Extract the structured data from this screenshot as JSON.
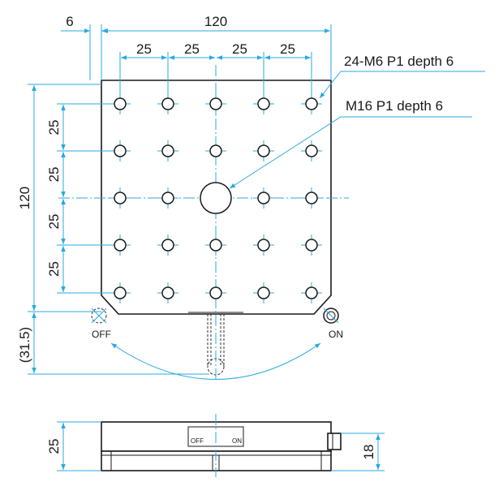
{
  "top_view": {
    "dims": {
      "width_total": "120",
      "offset_left": "6",
      "h_pitches": [
        "25",
        "25",
        "25",
        "25"
      ],
      "height_total": "120",
      "v_pitches": [
        "25",
        "25",
        "25",
        "25"
      ],
      "handle_extension": "(31.5)"
    },
    "callouts": {
      "tapped_holes": "24-M6 P1 depth 6",
      "center_hole": "M16 P1 depth 6"
    },
    "lock_labels": {
      "off": "OFF",
      "on": "ON"
    }
  },
  "side_view": {
    "dims": {
      "height": "25",
      "knob_height": "18"
    },
    "window_labels": {
      "off": "OFF",
      "on": "ON"
    }
  },
  "colors": {
    "dimension_lines": "#29a9e0",
    "outline": "#1a1a1a"
  }
}
